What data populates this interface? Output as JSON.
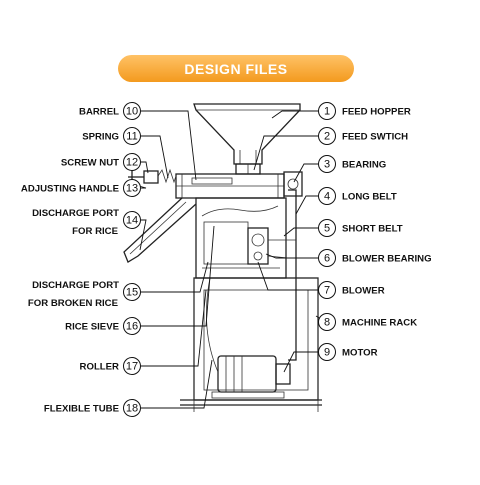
{
  "title": "DESIGN FILES",
  "colors": {
    "banner": "#f39a1e",
    "banner_light": "#ffc266",
    "ink": "#111111"
  },
  "parts_right": [
    {
      "num": "1",
      "label": "FEED HOPPER"
    },
    {
      "num": "2",
      "label": "FEED SWTICH"
    },
    {
      "num": "3",
      "label": "BEARING"
    },
    {
      "num": "4",
      "label": "LONG BELT"
    },
    {
      "num": "5",
      "label": "SHORT BELT"
    },
    {
      "num": "6",
      "label": "BLOWER BEARING"
    },
    {
      "num": "7",
      "label": "BLOWER"
    },
    {
      "num": "8",
      "label": "MACHINE RACK"
    },
    {
      "num": "9",
      "label": "MOTOR"
    }
  ],
  "parts_left": [
    {
      "num": "10",
      "lines": [
        "BARREL"
      ]
    },
    {
      "num": "11",
      "lines": [
        "SPRING"
      ]
    },
    {
      "num": "12",
      "lines": [
        "SCREW NUT"
      ]
    },
    {
      "num": "13",
      "lines": [
        "ADJUSTING HANDLE"
      ]
    },
    {
      "num": "14",
      "lines": [
        "DISCHARGE PORT",
        "FOR RICE"
      ]
    },
    {
      "num": "15",
      "lines": [
        "DISCHARGE PORT",
        "FOR BROKEN RICE"
      ]
    },
    {
      "num": "16",
      "lines": [
        "RICE SIEVE"
      ]
    },
    {
      "num": "17",
      "lines": [
        "ROLLER"
      ]
    },
    {
      "num": "18",
      "lines": [
        "FLEXIBLE TUBE"
      ]
    }
  ]
}
